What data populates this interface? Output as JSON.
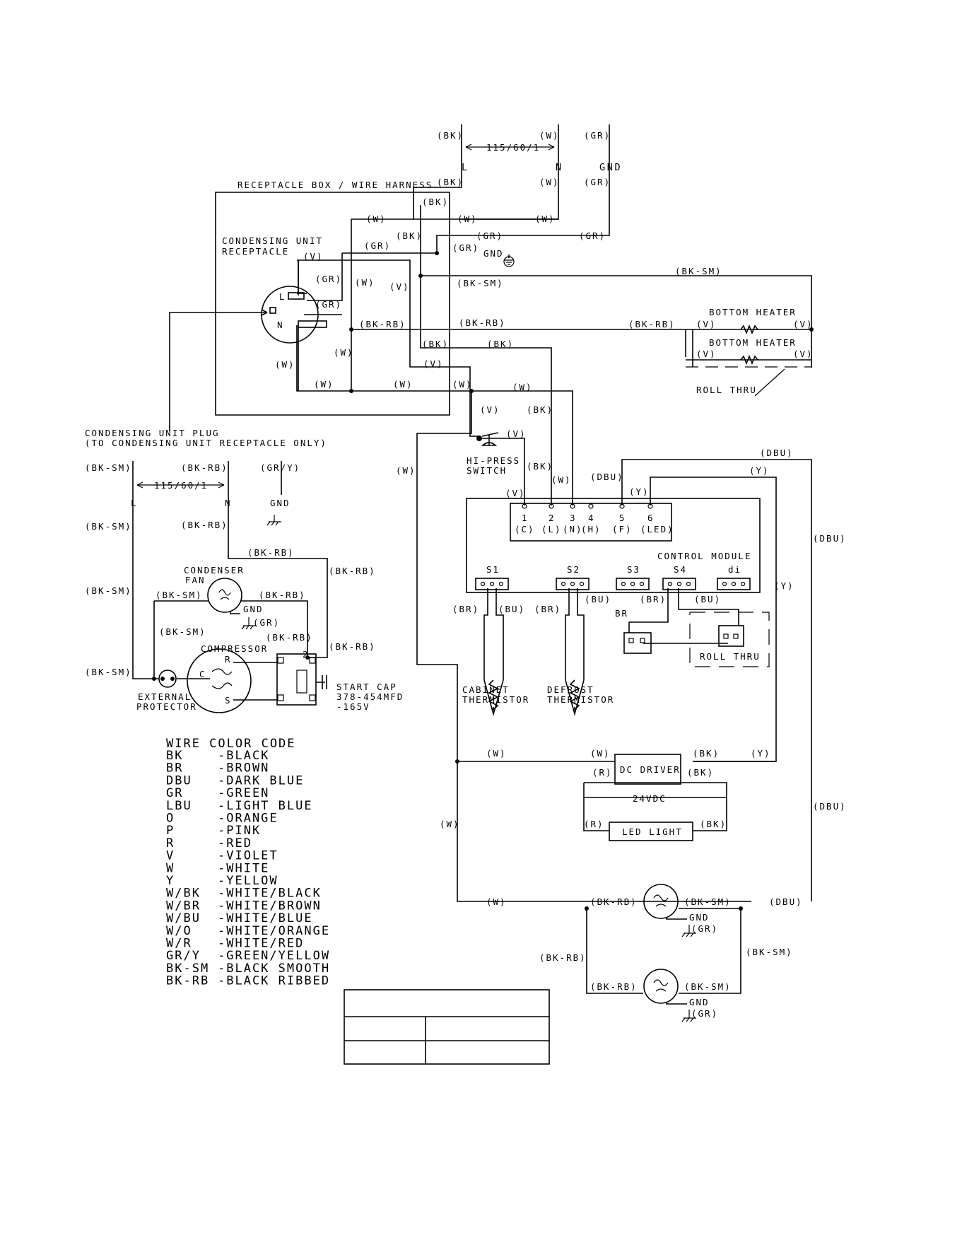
{
  "supply": {
    "wire_bk": "(BK)",
    "wire_w": "(W)",
    "wire_gr": "(GR)",
    "voltage": "115/60/1",
    "l": "L",
    "n": "N",
    "gnd": "GND",
    "harness": "RECEPTACLE BOX / WIRE HARNESS"
  },
  "receptacle": {
    "title_1": "CONDENSING UNIT",
    "title_2": "RECEPTACLE",
    "l": "L",
    "n": "N",
    "ground": "GND"
  },
  "wires": {
    "bk": "(BK)",
    "w": "(W)",
    "gr": "(GR)",
    "v": "(V)",
    "y": "(Y)",
    "dbu": "(DBU)",
    "bu": "(BU)",
    "br": "(BR)",
    "r": "(R)",
    "bk_sm": "(BK-SM)",
    "bk_rb": "(BK-RB)",
    "gr_y": "(GR/Y)"
  },
  "heaters": {
    "bottom_heater": "BOTTOM HEATER",
    "roll_thru": "ROLL THRU"
  },
  "switch": {
    "line1": "HI-PRESS",
    "line2": "SWITCH"
  },
  "plug": {
    "line1": "CONDENSING UNIT PLUG",
    "line2": "(TO CONDENSING UNIT RECEPTACLE ONLY)",
    "voltage": "115/60/1",
    "l": "L",
    "n": "N",
    "gnd": "GND"
  },
  "control_module": {
    "title": "CONTROL MODULE",
    "pins": [
      "1",
      "2",
      "3",
      "4",
      "5",
      "6"
    ],
    "pin_labels": [
      "(C)",
      "(L)",
      "(N)",
      "(H)",
      "(F)",
      "(LED)"
    ],
    "sockets": [
      "S1",
      "S2",
      "S3",
      "S4",
      "di"
    ]
  },
  "components": {
    "condenser_fan_1": "CONDENSER",
    "condenser_fan_2": "FAN",
    "compressor": "COMPRESSOR",
    "protector_1": "EXTERNAL",
    "protector_2": "PROTECTOR",
    "start_cap_1": "START CAP",
    "start_cap_2": "378-454MFD",
    "start_cap_3": "-165V",
    "cab_therm_1": "CABINET",
    "cab_therm_2": "THERMISTOR",
    "def_therm_1": "DEFROST",
    "def_therm_2": "THERMISTOR",
    "br_label": "BR",
    "roll_thru": "ROLL THRU",
    "dc_driver": "DC DRIVER",
    "vdc": "24VDC",
    "led_light": "LED LIGHT",
    "gnd": "GND",
    "r": "R",
    "c": "C",
    "s": "S",
    "relay_2": "2"
  },
  "legend": {
    "title": "WIRE COLOR CODE",
    "entries": [
      {
        "code": "BK",
        "name": "-BLACK"
      },
      {
        "code": "BR",
        "name": "-BROWN"
      },
      {
        "code": "DBU",
        "name": "-DARK BLUE"
      },
      {
        "code": "GR",
        "name": "-GREEN"
      },
      {
        "code": "LBU",
        "name": "-LIGHT BLUE"
      },
      {
        "code": "O",
        "name": "-ORANGE"
      },
      {
        "code": "P",
        "name": "-PINK"
      },
      {
        "code": "R",
        "name": "-RED"
      },
      {
        "code": "V",
        "name": "-VIOLET"
      },
      {
        "code": "W",
        "name": "-WHITE"
      },
      {
        "code": "Y",
        "name": "-YELLOW"
      },
      {
        "code": "W/BK",
        "name": "-WHITE/BLACK"
      },
      {
        "code": "W/BR",
        "name": "-WHITE/BROWN"
      },
      {
        "code": "W/BU",
        "name": "-WHITE/BLUE"
      },
      {
        "code": "W/O",
        "name": "-WHITE/ORANGE"
      },
      {
        "code": "W/R",
        "name": "-WHITE/RED"
      },
      {
        "code": "GR/Y",
        "name": "-GREEN/YELLOW"
      },
      {
        "code": "BK-SM",
        "name": "-BLACK SMOOTH"
      },
      {
        "code": "BK-RB",
        "name": "-BLACK RIBBED"
      }
    ]
  }
}
